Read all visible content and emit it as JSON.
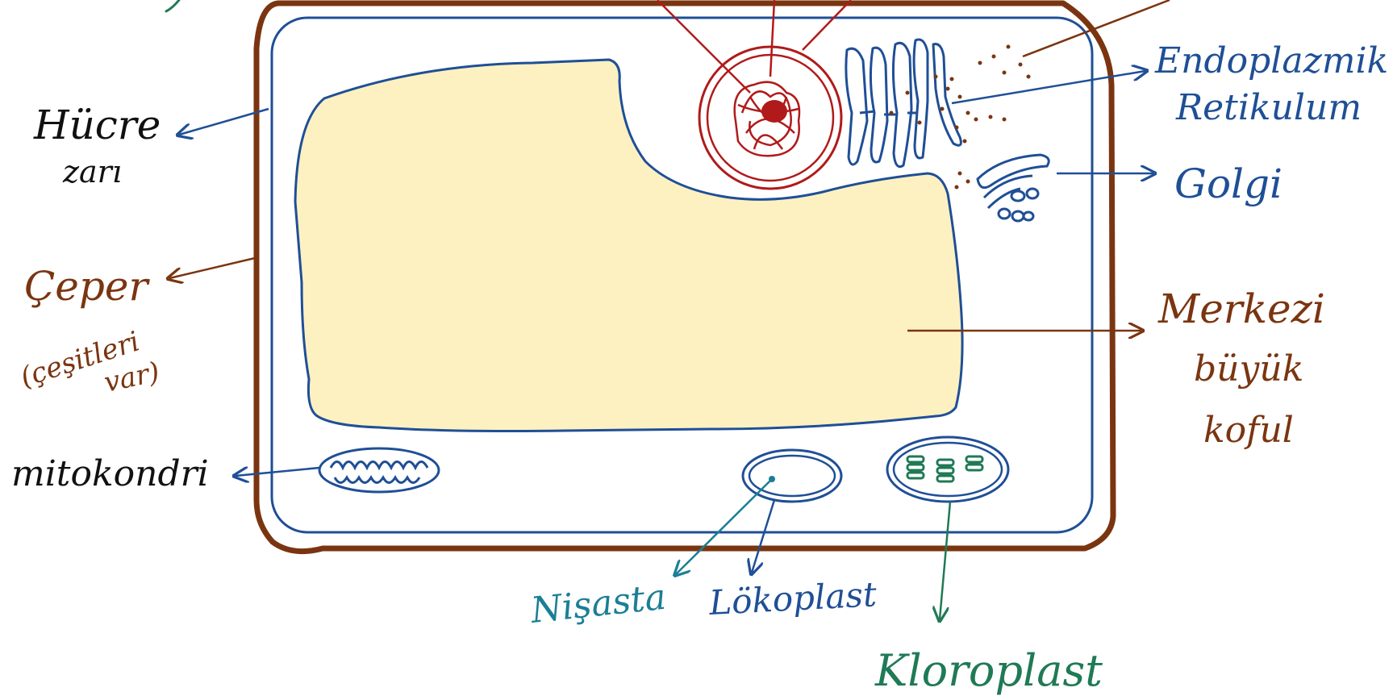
{
  "colors": {
    "black": "#111111",
    "blue": "#1f4f96",
    "brown": "#7a3510",
    "red": "#b11a1a",
    "teal": "#1a7f95",
    "green": "#1f7a55",
    "vacuole_fill": "#fdf1c2"
  },
  "labels": {
    "hucre_zari_1": "Hücre",
    "hucre_zari_2": "zarı",
    "ceper_1": "Çeper",
    "ceper_2": "(çeşitleri",
    "ceper_3": "var)",
    "mitokondri": "mitokondri",
    "endoplazmik_1": "Endoplazmik",
    "endoplazmik_2": "Retikulum",
    "golgi": "Golgi",
    "merkezi_1": "Merkezi",
    "merkezi_2": "büyük",
    "merkezi_3": "koful",
    "nisasta": "Nişasta",
    "lokoplast": "Lökoplast",
    "kloroplast": "Kloroplast"
  }
}
